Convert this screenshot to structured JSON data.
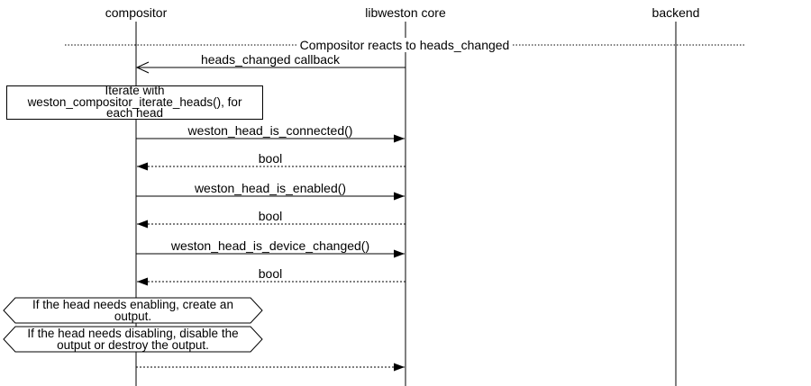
{
  "actors": [
    {
      "label": "compositor"
    },
    {
      "label": "libweston core"
    },
    {
      "label": "backend"
    }
  ],
  "divider": {
    "label": "Compositor reacts to heads_changed"
  },
  "messages": [
    {
      "label": "heads_changed callback",
      "from": "libweston core",
      "to": "compositor",
      "line": "solid",
      "arrowhead": "open"
    },
    {
      "label": "weston_head_is_connected()",
      "from": "compositor",
      "to": "libweston core",
      "line": "solid",
      "arrowhead": "filled"
    },
    {
      "label": "bool",
      "from": "libweston core",
      "to": "compositor",
      "line": "dotted",
      "arrowhead": "filled"
    },
    {
      "label": "weston_head_is_enabled()",
      "from": "compositor",
      "to": "libweston core",
      "line": "solid",
      "arrowhead": "filled"
    },
    {
      "label": "bool",
      "from": "libweston core",
      "to": "compositor",
      "line": "dotted",
      "arrowhead": "filled"
    },
    {
      "label": "weston_head_is_device_changed()",
      "from": "compositor",
      "to": "libweston core",
      "line": "solid",
      "arrowhead": "filled"
    },
    {
      "label": "bool",
      "from": "libweston core",
      "to": "compositor",
      "line": "dotted",
      "arrowhead": "filled"
    },
    {
      "label": "",
      "from": "compositor",
      "to": "libweston core",
      "line": "dotted",
      "arrowhead": "filled"
    }
  ],
  "notes": [
    {
      "shape": "rectangle",
      "lines": [
        "Iterate with",
        "weston_compositor_iterate_heads(), for",
        "each head"
      ]
    },
    {
      "shape": "hexagon",
      "lines": [
        "If the head needs enabling, create an",
        "output."
      ]
    },
    {
      "shape": "hexagon",
      "lines": [
        "If the head needs disabling, disable the",
        "output or destroy the output."
      ]
    }
  ],
  "colors": {
    "foreground": "#000000",
    "background": "#ffffff"
  }
}
